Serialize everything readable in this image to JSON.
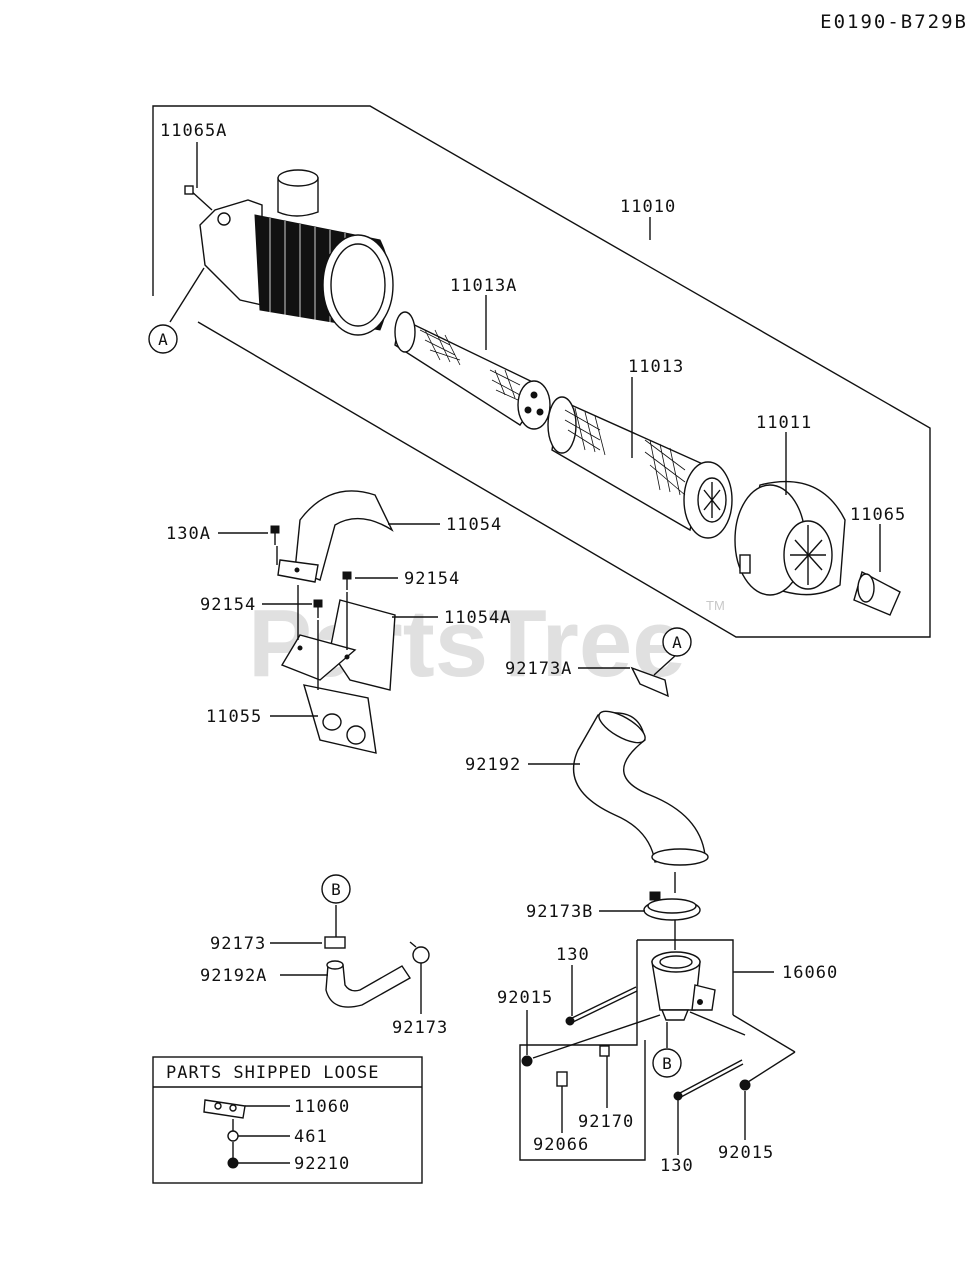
{
  "diagram_code": "E0190-B729B",
  "watermark": "PartsTree",
  "watermark_tm": "TM",
  "callouts": {
    "a": "A",
    "b": "B"
  },
  "parts": {
    "p11065A": "11065A",
    "p11010": "11010",
    "p11013A": "11013A",
    "p11013": "11013",
    "p11011": "11011",
    "p11065": "11065",
    "p130A": "130A",
    "p11054": "11054",
    "p92154_right": "92154",
    "p92154_left": "92154",
    "p11054A": "11054A",
    "p11055": "11055",
    "p92173A": "92173A",
    "p92192": "92192",
    "p92173B": "92173B",
    "p130_top": "130",
    "p16060": "16060",
    "p92015_left": "92015",
    "p92170": "92170",
    "p92066": "92066",
    "p130_bottom": "130",
    "p92015_right": "92015",
    "p92173_left": "92173",
    "p92192A": "92192A",
    "p92173_bottom": "92173"
  },
  "loose_parts": {
    "title": "PARTS SHIPPED LOOSE",
    "items": [
      "11060",
      "461",
      "92210"
    ]
  }
}
